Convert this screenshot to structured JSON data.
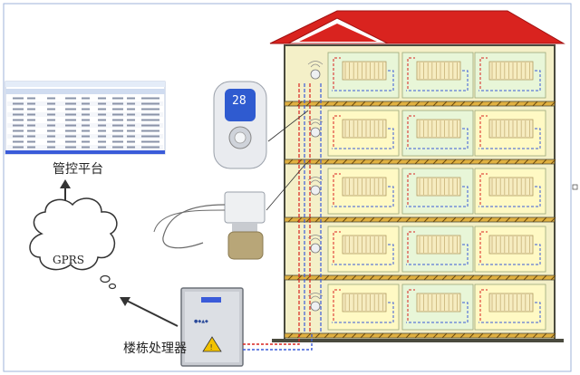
{
  "labels": {
    "platform": "管控平台",
    "gprs": "GPRS",
    "building_processor": "楼栋处理器"
  },
  "thermostat": {
    "display": "28"
  },
  "colors": {
    "roof": "#d9231f",
    "wall": "#f4f0c8",
    "frame": "#4a4a3e",
    "radiator_green": "#e8f6d8",
    "radiator_yellow": "#fff9c4",
    "pipe_red": "#d9231f",
    "pipe_blue": "#3a5bd9",
    "arrow": "#333333"
  }
}
